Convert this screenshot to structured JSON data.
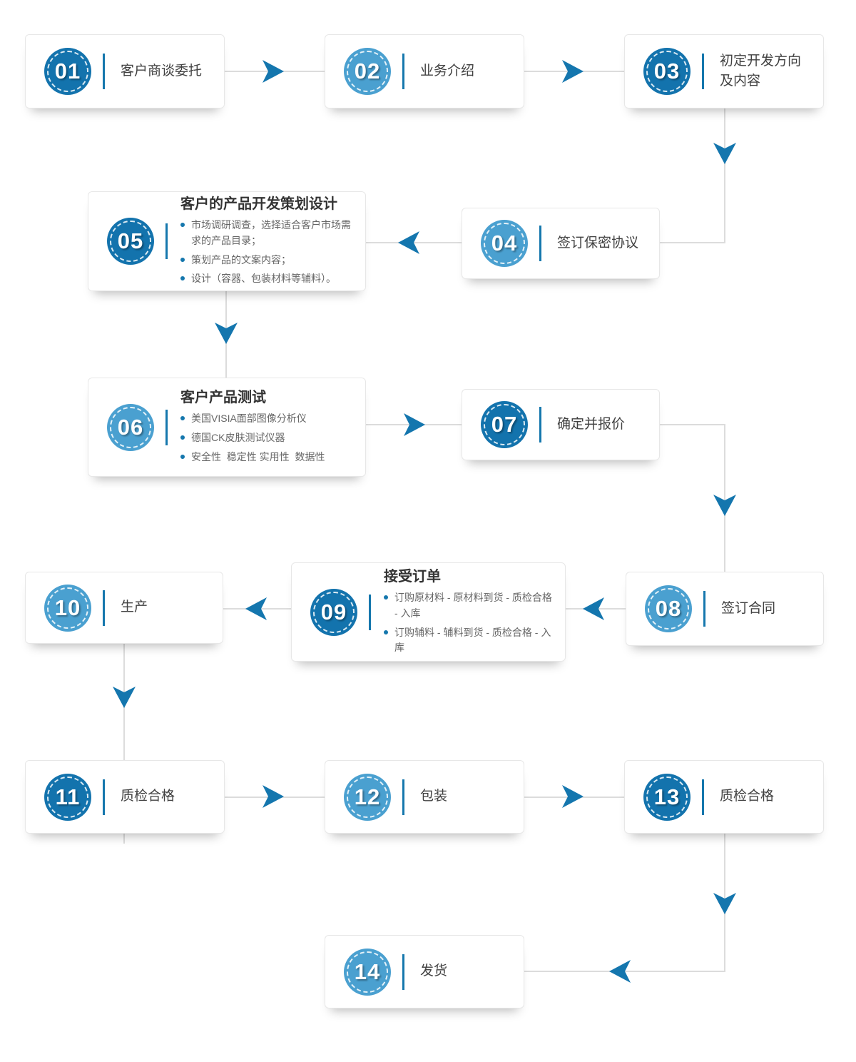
{
  "colors": {
    "badge_dark": "#1373ad",
    "badge_light": "#4aa0d0",
    "divider": "#1577ad",
    "arrow": "#1476ae",
    "line": "#dcdcdc"
  },
  "steps": [
    {
      "num": "01",
      "label": "客户商谈委托"
    },
    {
      "num": "02",
      "label": "业务介绍"
    },
    {
      "num": "03",
      "label": "初定开发方向及内容"
    },
    {
      "num": "04",
      "label": "签订保密协议"
    },
    {
      "num": "05",
      "title": "客户的产品开发策划设计",
      "bullets": [
        "市场调研调查，选择适合客户市场需求的产品目录；",
        "策划产品的文案内容；",
        "设计（容器、包装材料等辅料）。"
      ]
    },
    {
      "num": "06",
      "title": "客户产品测试",
      "bullets": [
        "美国VISIA面部图像分析仪",
        "德国CK皮肤测试仪器",
        "安全性  稳定性 实用性  数据性"
      ]
    },
    {
      "num": "07",
      "label": "确定并报价"
    },
    {
      "num": "08",
      "label": "签订合同"
    },
    {
      "num": "09",
      "title": "接受订单",
      "bullets": [
        "订购原材料 - 原材料到货 - 质检合格 - 入库",
        "订购辅料 - 辅料到货 - 质检合格 - 入库"
      ]
    },
    {
      "num": "10",
      "label": "生产"
    },
    {
      "num": "11",
      "label": "质检合格"
    },
    {
      "num": "12",
      "label": "包装"
    },
    {
      "num": "13",
      "label": "质检合格"
    },
    {
      "num": "14",
      "label": "发货"
    }
  ]
}
